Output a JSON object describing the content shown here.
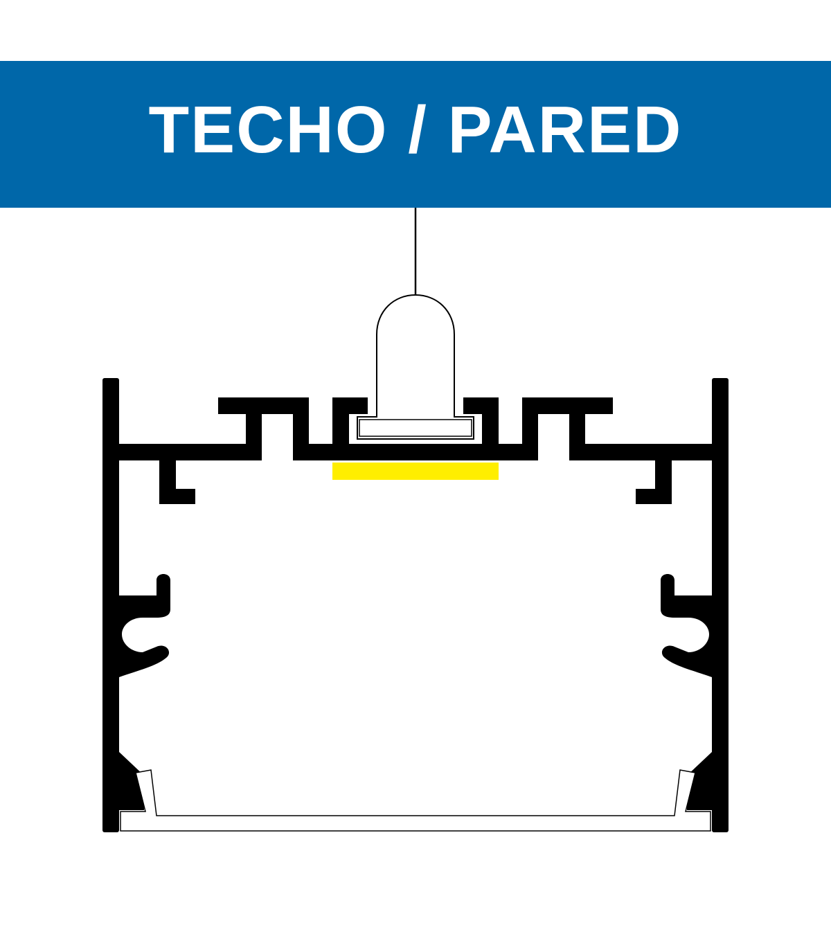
{
  "banner": {
    "title": "TECHO / PARED"
  },
  "colors": {
    "banner": "#0067a9",
    "banner_text": "#ffffff",
    "profile": "#000000",
    "led_strip": "#ffee00",
    "background": "#ffffff"
  },
  "icons": {
    "profile": "aluminium-profile-cross-section",
    "cable": "suspension-cable",
    "led": "led-strip",
    "diffuser": "diffuser-cover",
    "clip": "mounting-clip"
  }
}
